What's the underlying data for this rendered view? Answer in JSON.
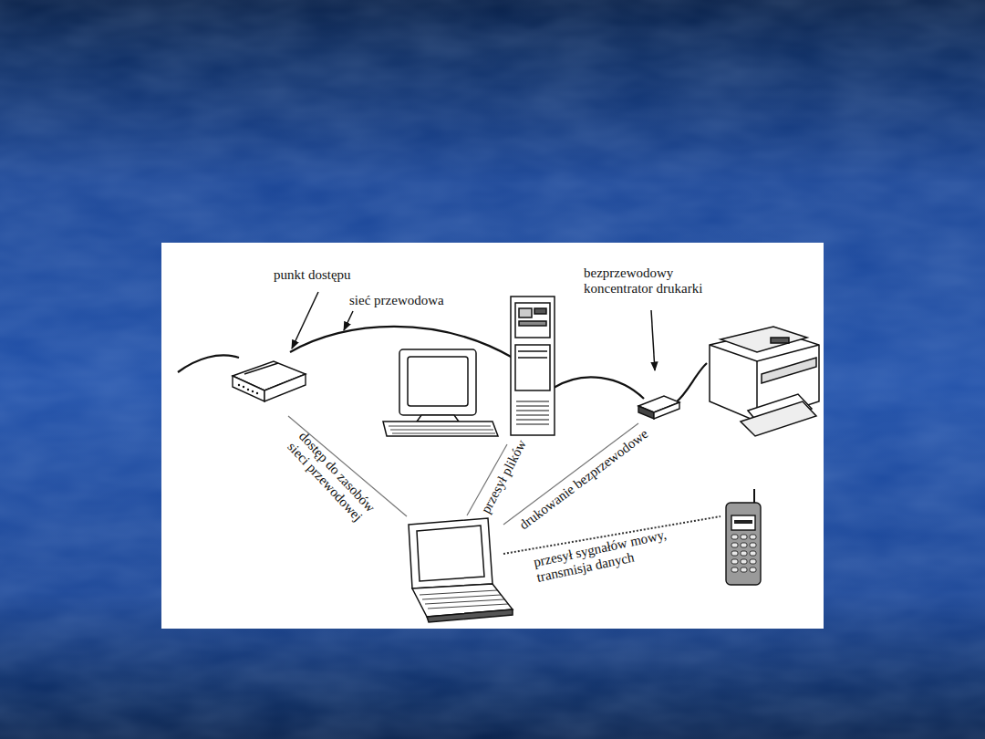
{
  "diagram": {
    "labels": [
      "punkt dostępu",
      "sieć przewodowa",
      "bezprzewodowy koncentrator drukarki",
      "dostęp do zasobów sieci przewodowej",
      "przesył plików",
      "drukowanie bezprzewodowe",
      "przesył sygnałów mowy, transmisja danych"
    ]
  }
}
